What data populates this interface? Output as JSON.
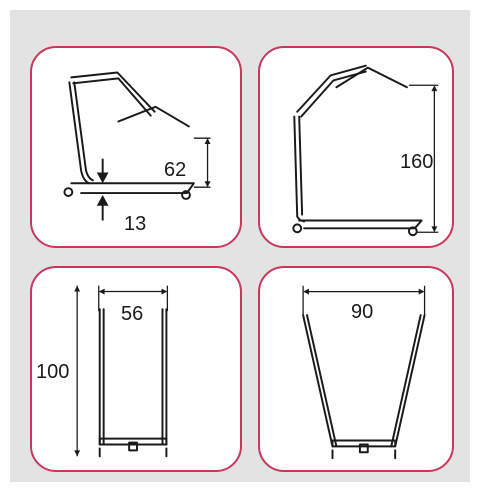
{
  "panels": {
    "side_lowest": {
      "height_label": "62",
      "ground_clearance_label": "13"
    },
    "side_highest": {
      "height_label": "160"
    },
    "base_closed": {
      "width_label": "56",
      "length_label": "100"
    },
    "base_open": {
      "width_label": "90"
    }
  },
  "colors": {
    "panel_border": "#c8385a",
    "background": "#e3e3e3",
    "line": "#1a1a1a"
  }
}
